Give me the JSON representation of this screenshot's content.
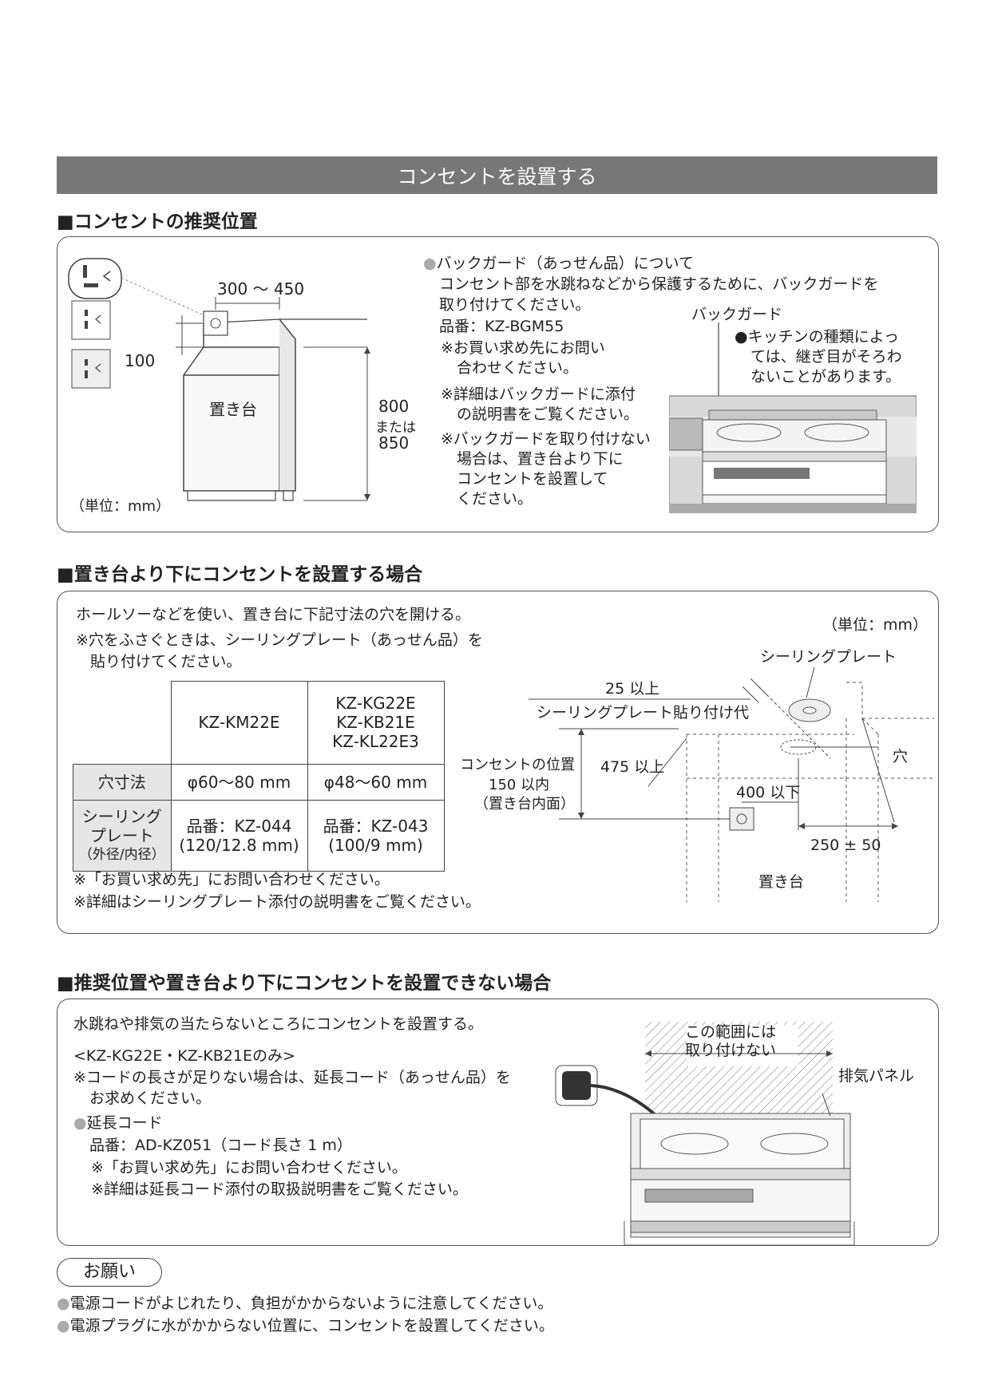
{
  "page_title": "コンセントを設置する",
  "section1": {
    "heading": "■コンセントの推奨位置",
    "dims": {
      "width_range": "300 ～ 450",
      "offset": "100",
      "height_a": "800",
      "height_or": "または",
      "height_b": "850"
    },
    "stand_label": "置き台",
    "unit": "（単位：mm）",
    "backguard": {
      "line1": "バックガード（あっせん品）について",
      "line2": "コンセント部を水跳ねなどから保護するために、バックガードを",
      "line3": "取り付けてください。",
      "part": "品番：KZ-BGM55",
      "note1a": "※お買い求め先にお問い",
      "note1b": "合わせください。",
      "note2a": "※詳細はバックガードに添付",
      "note2b": "の説明書をご覧ください。",
      "note3a": "※バックガードを取り付けない",
      "note3b": "場合は、置き台より下に",
      "note3c": "コンセントを設置して",
      "note3d": "ください。"
    },
    "illus_label": "バックガード",
    "kitchen_note_a": "●キッチンの種類によっ",
    "kitchen_note_b": "ては、継ぎ目がそろわ",
    "kitchen_note_c": "ないことがあります。"
  },
  "section2": {
    "heading": "■置き台より下にコンセントを設置する場合",
    "intro": "ホールソーなどを使い、置き台に下記寸法の穴を開ける。",
    "note_a": "※穴をふさぐときは、シーリングプレート（あっせん品）を",
    "note_b": "貼り付けてください。",
    "unit": "（単位：mm）",
    "table": {
      "col1": "KZ-KM22E",
      "col2": [
        "KZ-KG22E",
        "KZ-KB21E",
        "KZ-KL22E3"
      ],
      "row1_label": "穴寸法",
      "row1": [
        "φ60～80 mm",
        "φ48～60 mm"
      ],
      "row2_label": [
        "シーリング",
        "プレート",
        "（外径/内径）"
      ],
      "row2_a": [
        "品番：KZ-044",
        "(120/12.8 mm)"
      ],
      "row2_b": [
        "品番：KZ-043",
        "(100/9 mm)"
      ]
    },
    "footnote1": "※「お買い求め先」にお問い合わせください。",
    "footnote2": "※詳細はシーリングプレート添付の説明書をご覧ください。",
    "diagram": {
      "sealing_plate": "シーリングプレート",
      "margin_value": "25 以上",
      "margin_label": "シーリングプレート貼り付け代",
      "hole": "穴",
      "outlet_pos_a": "コンセントの位置",
      "outlet_pos_b": "150 以内",
      "outlet_pos_c": "（置き台内面）",
      "d475": "475 以上",
      "d400": "400 以下",
      "d250": "250 ± 50",
      "stand": "置き台"
    }
  },
  "section3": {
    "heading": "■推奨位置や置き台より下にコンセントを設置できない場合",
    "line1": "水跳ねや排気の当たらないところにコンセントを設置する。",
    "line2": "<KZ-KG22E・KZ-KB21Eのみ>",
    "line3a": "※コードの長さが足りない場合は、延長コード（あっせん品）を",
    "line3b": "お求めください。",
    "line4": "延長コード",
    "line5": "品番：AD-KZ051（コード長さ 1 m）",
    "line6": "※「お買い求め先」にお問い合わせください。",
    "line7": "※詳細は延長コード添付の取扱説明書をご覧ください。",
    "area_a": "この範囲には",
    "area_b": "取り付けない",
    "exhaust": "排気パネル"
  },
  "notice": {
    "label": "お願い",
    "item1": "電源コードがよじれたり、負担がかからないように注意してください。",
    "item2": "電源プラグに水がかからない位置に、コンセントを設置してください。"
  }
}
